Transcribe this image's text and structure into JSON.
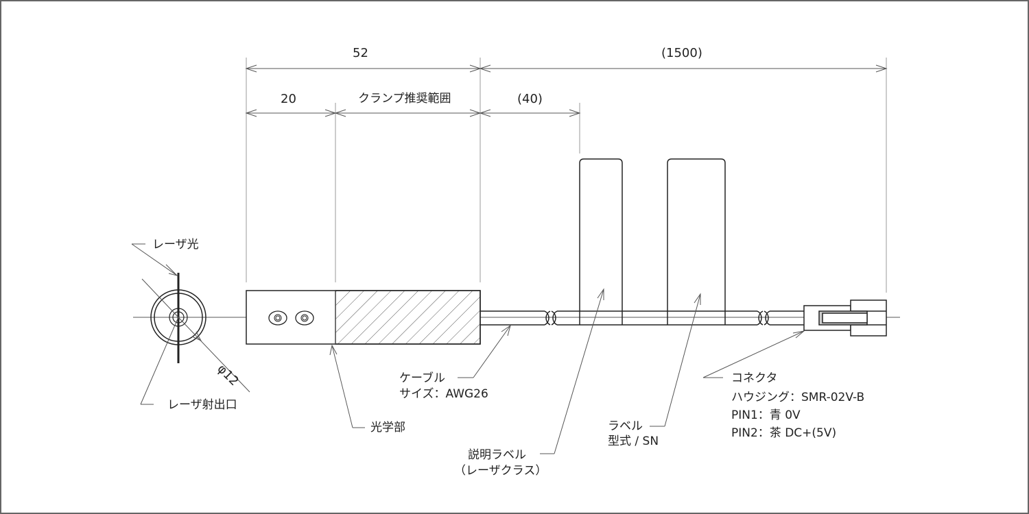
{
  "dimensions": {
    "total_body": "52",
    "optical_part": "20",
    "clamp_range": "クランプ推奨範囲",
    "cable_length": "(1500)",
    "label_offset": "(40)",
    "diameter": "φ12"
  },
  "callouts": {
    "laser_light": "レーザ光",
    "laser_aperture": "レーザ射出口",
    "optical_part": "光学部",
    "cable": {
      "line1": "ケーブル",
      "line2": "サイズ：AWG26"
    },
    "description_label": {
      "line1": "説明ラベル",
      "line2": "（レーザクラス）"
    },
    "model_label": {
      "line1": "ラベル",
      "line2": "型式 / SN"
    },
    "connector": {
      "line1": "コネクタ",
      "line2": "ハウジング：SMR-02V-B",
      "line3": "PIN1：青 0V",
      "line4": "PIN2：茶 DC+(5V)"
    }
  },
  "colors": {
    "line": "#222222",
    "thin": "#555555",
    "frame": "#666666",
    "connector_fill": "#cccccc"
  }
}
